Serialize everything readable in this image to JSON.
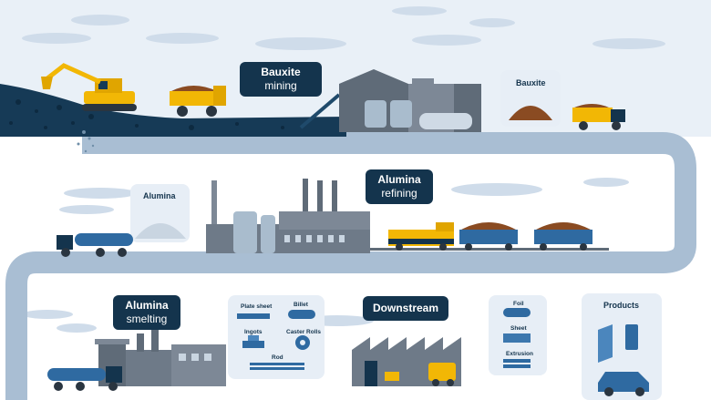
{
  "stages": {
    "bauxite_mining": {
      "line1": "Bauxite",
      "line2": "mining"
    },
    "alumina_refining": {
      "line1": "Alumina",
      "line2": "refining"
    },
    "alumina_smelting": {
      "line1": "Alumina",
      "line2": "smelting"
    },
    "downstream": {
      "line1": "Downstream"
    }
  },
  "cards": {
    "bauxite": {
      "title": "Bauxite"
    },
    "alumina": {
      "title": "Alumina"
    },
    "smelter_products": {
      "items": [
        "Plate sheet",
        "Billet",
        "Ingots",
        "Caster Rolls",
        "Rod"
      ]
    },
    "downstream_products": {
      "items": [
        "Foil",
        "Sheet",
        "Extrusion"
      ]
    },
    "products": {
      "title": "Products"
    }
  },
  "colors": {
    "track": "#a9bed3",
    "navy": "#14344d",
    "truck_yellow": "#f2b705",
    "ore_brown": "#8a4b22",
    "card_bg": "#e7eef6",
    "sky": "#e9f0f7"
  }
}
